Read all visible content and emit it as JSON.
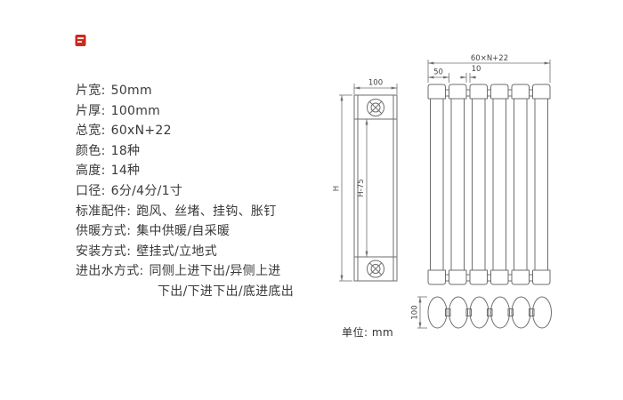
{
  "specs": {
    "rows": [
      {
        "label": "片宽:",
        "value": "50mm"
      },
      {
        "label": "片厚:",
        "value": "100mm"
      },
      {
        "label": "总宽:",
        "value": "60xN+22"
      },
      {
        "label": "颜色:",
        "value": "18种"
      },
      {
        "label": "高度:",
        "value": "14种"
      },
      {
        "label": "口径:",
        "value": "6分/4分/1寸"
      },
      {
        "label": "标准配件:",
        "value": "跑风、丝堵、挂钩、胀钉"
      },
      {
        "label": "供暖方式:",
        "value": "集中供暖/自采暖"
      },
      {
        "label": "安装方式:",
        "value": "壁挂式/立地式"
      },
      {
        "label": "进出水方式:",
        "value": "同侧上进下出/异侧上进"
      },
      {
        "label": "",
        "value": "下出/下进下出/底进底出"
      }
    ]
  },
  "drawing": {
    "front_single": {
      "width_dim": "100",
      "height_dim": "H",
      "inner_height_dim": "H-75"
    },
    "front_array": {
      "total_width_dim": "60×N+22",
      "pitch_dim": "50",
      "gap_dim": "10"
    },
    "top_view": {
      "depth_dim": "100"
    },
    "unit_note": "单位: mm"
  },
  "colors": {
    "accent_red": "#cc2a1e",
    "line_gray": "#6e6e6e",
    "text_dark": "#3a3a3a"
  }
}
